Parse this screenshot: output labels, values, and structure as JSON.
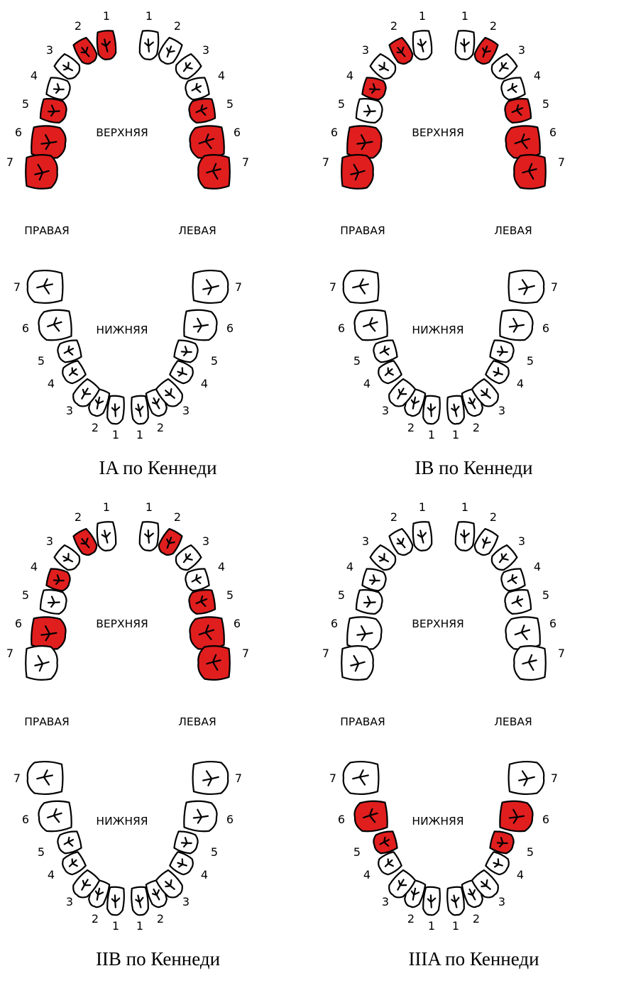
{
  "labels": {
    "upper": "ВЕРХНЯЯ",
    "lower": "НИЖНЯЯ",
    "right": "ПРАВАЯ",
    "left": "ЛЕВАЯ"
  },
  "numbers": [
    "1",
    "2",
    "3",
    "4",
    "5",
    "6",
    "7"
  ],
  "colors": {
    "missing": "#e01e1e",
    "present": "#ffffff",
    "outline": "#000000"
  },
  "panels": [
    {
      "caption": "IA по Кеннеди",
      "missing_upper_right": [
        "1",
        "2",
        "5",
        "6",
        "7"
      ],
      "missing_upper_left": [
        "5",
        "6",
        "7"
      ],
      "missing_lower_right": [],
      "missing_lower_left": []
    },
    {
      "caption": "IB по Кеннеди",
      "missing_upper_right": [
        "2",
        "4",
        "6",
        "7"
      ],
      "missing_upper_left": [
        "2",
        "5",
        "6",
        "7"
      ],
      "missing_lower_right": [],
      "missing_lower_left": []
    },
    {
      "caption": "IIB по Кеннеди",
      "missing_upper_right": [
        "2",
        "4",
        "6"
      ],
      "missing_upper_left": [
        "2",
        "5",
        "6",
        "7"
      ],
      "missing_lower_right": [],
      "missing_lower_left": []
    },
    {
      "caption": "IIIA по Кеннеди",
      "missing_upper_right": [],
      "missing_upper_left": [],
      "missing_lower_right": [
        "5",
        "6"
      ],
      "missing_lower_left": [
        "5",
        "6"
      ]
    }
  ]
}
